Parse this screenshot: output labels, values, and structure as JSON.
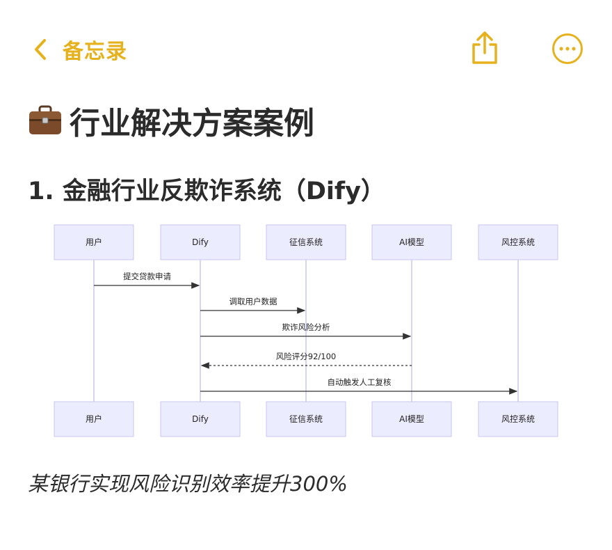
{
  "topbar": {
    "back_label": "备忘录"
  },
  "note": {
    "title": "行业解决方案案例",
    "title_icon": "briefcase-icon",
    "section_heading": "1. 金融行业反欺诈系统（Dify）",
    "caption": "某银行实现风险识别效率提升300%"
  },
  "sequence": {
    "participants": [
      "用户",
      "Dify",
      "征信系统",
      "AI模型",
      "风控系统"
    ],
    "messages": [
      {
        "from": 0,
        "to": 1,
        "text": "提交贷款申请",
        "dashed": false
      },
      {
        "from": 1,
        "to": 2,
        "text": "调取用户数据",
        "dashed": false
      },
      {
        "from": 1,
        "to": 3,
        "text": "欺诈风险分析",
        "dashed": false
      },
      {
        "from": 3,
        "to": 1,
        "text": "风险评分92/100",
        "dashed": true
      },
      {
        "from": 1,
        "to": 4,
        "text": "自动触发人工复核",
        "dashed": false
      }
    ]
  },
  "colors": {
    "accent": "#e5b21e",
    "participant_fill": "#ececff",
    "participant_stroke": "#c9c6ef",
    "lifeline": "#c9c6ef",
    "message": "#333333"
  }
}
